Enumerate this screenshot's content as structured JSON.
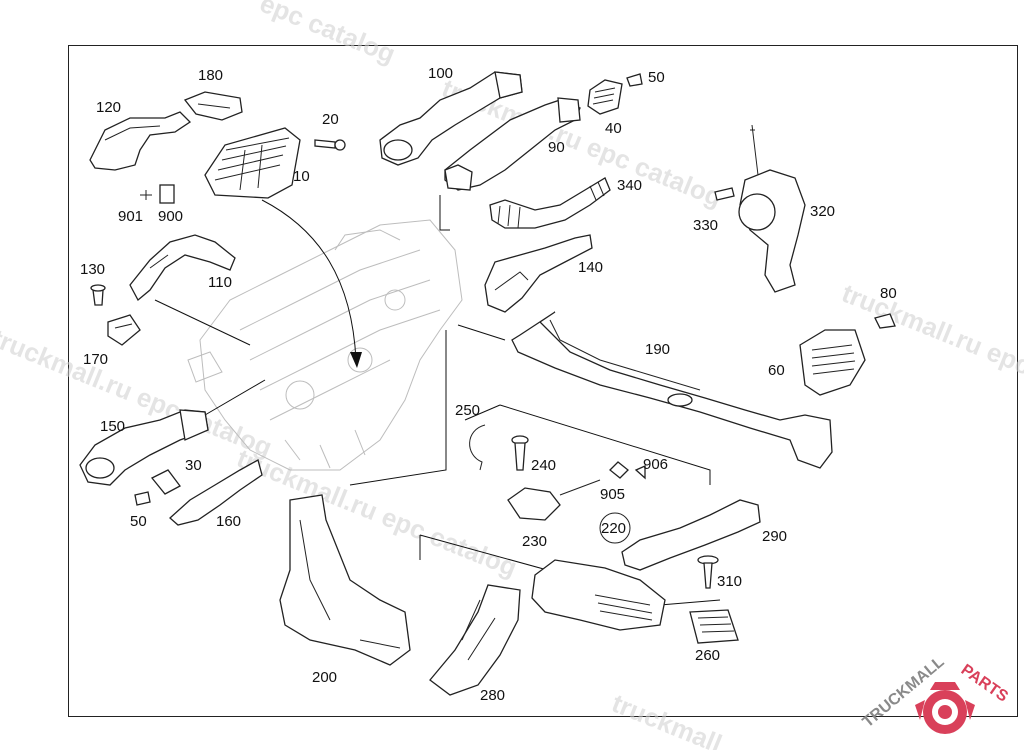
{
  "watermark": {
    "text": "truckmall.ru epc catalog",
    "fragment": "epc catalog",
    "fragment_short": "truckmall"
  },
  "logo": {
    "text_a": "TRUCKMALL",
    "text_b": "PARTS",
    "color_a": "#8a8a8a",
    "color_b": "#d9405a"
  },
  "labels": {
    "p10": "10",
    "p20": "20",
    "p30": "30",
    "p40": "40",
    "p50a": "50",
    "p50b": "50",
    "p60": "60",
    "p80": "80",
    "p90": "90",
    "p100": "100",
    "p110": "110",
    "p120": "120",
    "p130": "130",
    "p140": "140",
    "p150": "150",
    "p160": "160",
    "p170": "170",
    "p180": "180",
    "p190": "190",
    "p200": "200",
    "p220": "220",
    "p230": "230",
    "p240": "240",
    "p250": "250",
    "p260": "260",
    "p280": "280",
    "p290": "290",
    "p310": "310",
    "p320": "320",
    "p330": "330",
    "p340": "340",
    "p900": "900",
    "p901": "901",
    "p905": "905",
    "p906": "906"
  },
  "colors": {
    "line": "#222222",
    "engine": "#bdbdbd",
    "watermark": "#cfcfcf"
  }
}
